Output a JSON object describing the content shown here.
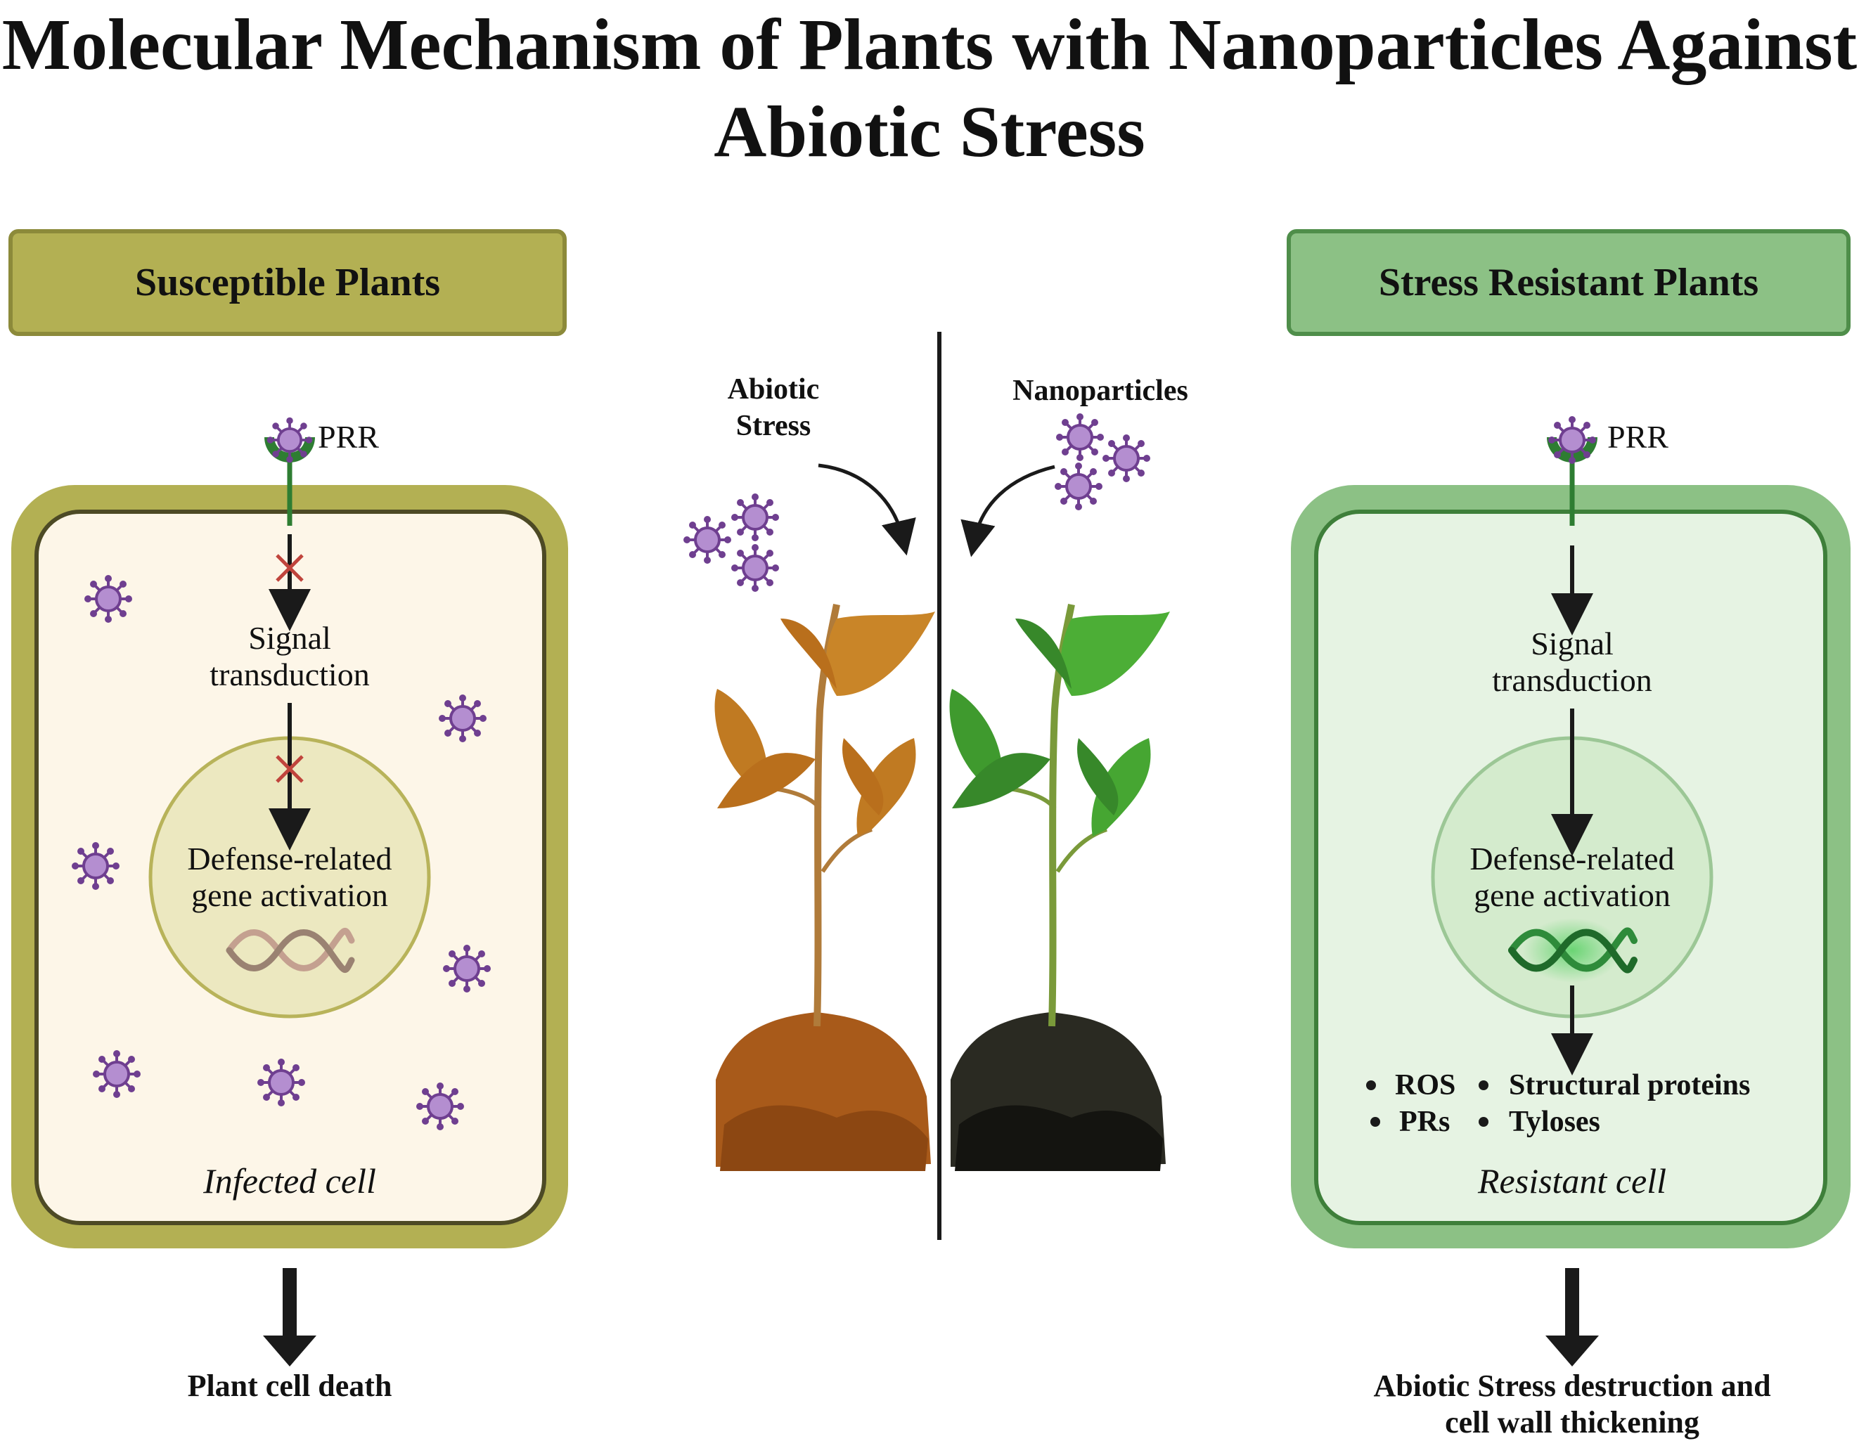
{
  "title": "Molecular Mechanism of Plants with Nanoparticles Against Abiotic Stress",
  "title_line1": "Molecular Mechanism of Plants with Nanoparticles Against",
  "title_line2": "Abiotic Stress",
  "left": {
    "header": "Susceptible Plants",
    "receptor": "PRR",
    "signal_1": "Signal",
    "signal_2": "transduction",
    "gene_1": "Defense-related",
    "gene_2": "gene activation",
    "cell_label": "Infected cell",
    "outcome": "Plant cell death",
    "colors": {
      "header": "#b3b053",
      "cell_wall": "#b3b053",
      "cytoplasm": "#fdf6e8",
      "nucleus": "#ece8c0",
      "block_mark": "#c0443c"
    }
  },
  "center": {
    "stress_1": "Abiotic",
    "stress_2": "Stress",
    "nano": "Nanoparticles",
    "colors": {
      "stressed_leaf": "#c07a22",
      "healthy_leaf": "#3f9a2e",
      "soil_left": "#a85a1a",
      "soil_right": "#1f1f1a",
      "particle": "#8a5aa6"
    }
  },
  "right": {
    "header": "Stress Resistant Plants",
    "receptor": "PRR",
    "signal_1": "Signal",
    "signal_2": "transduction",
    "gene_1": "Defense-related",
    "gene_2": "gene activation",
    "bullets": [
      "ROS",
      "Structural proteins",
      "PRs",
      "Tyloses"
    ],
    "cell_label": "Resistant cell",
    "outcome_1": "Abiotic Stress destruction and",
    "outcome_2": "cell wall thickening",
    "colors": {
      "header": "#8cc185",
      "cell_wall": "#8cc185",
      "cytoplasm": "#e6f3e3",
      "nucleus": "#d4ebcd",
      "dna": "#2e8b3a"
    }
  }
}
